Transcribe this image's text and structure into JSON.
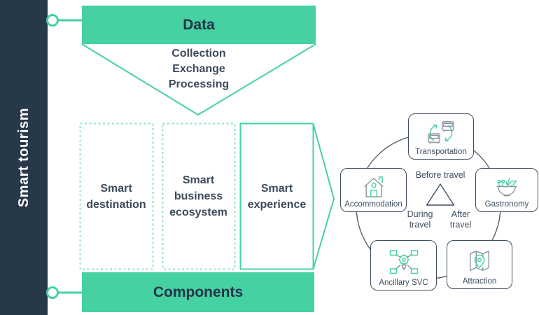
{
  "colors": {
    "accent_green": "#45d1a2",
    "dashed_green": "#7fe3c3",
    "sidebar_navy": "#273848",
    "text_slate": "#3d4a5c",
    "node_border": "#3f4e60"
  },
  "sidebar": {
    "title": "Smart tourism"
  },
  "pipeline": {
    "top_label": "Data",
    "process_steps": [
      "Collection",
      "Exchange",
      "Processing"
    ],
    "components": [
      {
        "label": "Smart destination",
        "style": "dashed"
      },
      {
        "label": "Smart business ecosystem",
        "style": "dashed"
      },
      {
        "label": "Smart experience",
        "style": "solid-arrow"
      }
    ],
    "bottom_label": "Components"
  },
  "cycle": {
    "nodes": [
      {
        "label": "Transportation",
        "icon": "buses-swap-icon"
      },
      {
        "label": "Accommodation",
        "icon": "house-icon"
      },
      {
        "label": "Gastronomy",
        "icon": "salad-bowl-icon"
      },
      {
        "label": "Ancillary SVC",
        "icon": "connected-gear-icon"
      },
      {
        "label": "Attraction",
        "icon": "map-pin-icon"
      }
    ],
    "phases": {
      "before": "Before travel",
      "during": "During travel",
      "after": "After travel"
    }
  }
}
